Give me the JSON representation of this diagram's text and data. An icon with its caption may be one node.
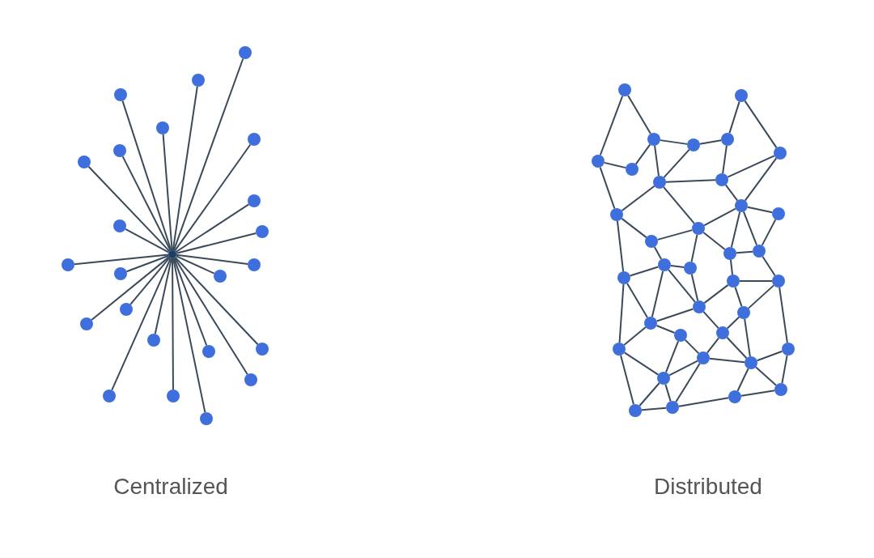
{
  "diagram": {
    "nodes": [
      {
        "text": [],
        "shape": "circle"
      },
      {
        "text": [],
        "shape": "circle"
      },
      {
        "text": [],
        "shape": "circle"
      },
      {
        "text": [],
        "shape": "circle"
      },
      {
        "text": [],
        "shape": "circle"
      },
      {
        "text": [],
        "shape": "circle"
      },
      {
        "text": [],
        "shape": "circle"
      },
      {
        "text": [],
        "shape": "circle"
      },
      {
        "text": [],
        "shape": "circle"
      },
      {
        "text": [],
        "shape": "circle"
      },
      {
        "text": [],
        "shape": "circle"
      },
      {
        "text": [],
        "shape": "circle"
      },
      {
        "text": [],
        "shape": "circle"
      },
      {
        "text": [],
        "shape": "circle"
      },
      {
        "text": [],
        "shape": "circle"
      },
      {
        "text": [],
        "shape": "circle"
      },
      {
        "text": [],
        "shape": "circle"
      },
      {
        "text": [],
        "shape": "circle"
      },
      {
        "text": [],
        "shape": "circle"
      },
      {
        "text": [],
        "shape": "circle"
      },
      {
        "text": [],
        "shape": "circle"
      },
      {
        "text": [],
        "shape": "circle"
      },
      {
        "text": [],
        "shape": "circle"
      },
      {
        "text": [],
        "shape": "circle"
      },
      {
        "text": [],
        "shape": "circle"
      },
      {
        "text": [],
        "shape": "circle"
      },
      {
        "text": [],
        "shape": "circle"
      },
      {
        "text": [],
        "shape": "circle"
      },
      {
        "text": [],
        "shape": "circle"
      },
      {
        "text": [],
        "shape": "circle"
      },
      {
        "text": [],
        "shape": "circle"
      },
      {
        "text": [],
        "shape": "circle"
      },
      {
        "text": [],
        "shape": "circle"
      },
      {
        "text": [],
        "shape": "circle"
      },
      {
        "text": [],
        "shape": "circle"
      },
      {
        "text": [],
        "shape": "circle"
      },
      {
        "text": [],
        "shape": "circle"
      },
      {
        "text": [],
        "shape": "circle"
      },
      {
        "text": [],
        "shape": "circle"
      },
      {
        "text": [],
        "shape": "circle"
      },
      {
        "text": [],
        "shape": "circle"
      },
      {
        "text": [],
        "shape": "circle"
      },
      {
        "text": [],
        "shape": "circle"
      },
      {
        "text": [],
        "shape": "circle"
      },
      {
        "text": [],
        "shape": "circle"
      },
      {
        "text": [],
        "shape": "circle"
      },
      {
        "text": [],
        "shape": "circle"
      },
      {
        "text": [],
        "shape": "circle"
      },
      {
        "text": [],
        "shape": "circle"
      },
      {
        "text": [],
        "shape": "circle"
      },
      {
        "text": [],
        "shape": "circle"
      },
      {
        "text": [],
        "shape": "circle"
      },
      {
        "text": [],
        "shape": "circle"
      },
      {
        "text": [],
        "shape": "circle"
      },
      {
        "text": [],
        "shape": "circle"
      },
      {
        "text": [],
        "shape": "circle"
      },
      {
        "text": [],
        "shape": "circle"
      },
      {
        "text": [],
        "shape": "circle"
      },
      {
        "text": [],
        "shape": "circle"
      },
      {
        "text": [],
        "shape": "circle"
      }
    ],
    "edges": [
      {
        "from": 0,
        "to": 1,
        "arrow": "none"
      },
      {
        "from": 0,
        "to": 2,
        "arrow": "none"
      },
      {
        "from": 0,
        "to": 3,
        "arrow": "none"
      },
      {
        "from": 0,
        "to": 4,
        "arrow": "none"
      },
      {
        "from": 0,
        "to": 5,
        "arrow": "none"
      },
      {
        "from": 0,
        "to": 6,
        "arrow": "none"
      },
      {
        "from": 0,
        "to": 7,
        "arrow": "none"
      },
      {
        "from": 0,
        "to": 8,
        "arrow": "none"
      },
      {
        "from": 0,
        "to": 9,
        "arrow": "none"
      },
      {
        "from": 0,
        "to": 10,
        "arrow": "none"
      },
      {
        "from": 0,
        "to": 11,
        "arrow": "none"
      },
      {
        "from": 0,
        "to": 12,
        "arrow": "none"
      },
      {
        "from": 0,
        "to": 13,
        "arrow": "none"
      },
      {
        "from": 0,
        "to": 14,
        "arrow": "none"
      },
      {
        "from": 0,
        "to": 15,
        "arrow": "none"
      },
      {
        "from": 0,
        "to": 16,
        "arrow": "none"
      },
      {
        "from": 0,
        "to": 17,
        "arrow": "none"
      },
      {
        "from": 0,
        "to": 18,
        "arrow": "none"
      },
      {
        "from": 0,
        "to": 19,
        "arrow": "none"
      },
      {
        "from": 0,
        "to": 20,
        "arrow": "none"
      },
      {
        "from": 0,
        "to": 21,
        "arrow": "none"
      },
      {
        "from": 0,
        "to": 22,
        "arrow": "none"
      },
      {
        "from": 0,
        "to": 23,
        "arrow": "none"
      },
      {
        "from": 24,
        "to": 29,
        "arrow": "none"
      },
      {
        "from": 24,
        "to": 26,
        "arrow": "none"
      },
      {
        "from": 29,
        "to": 30,
        "arrow": "none"
      },
      {
        "from": 30,
        "to": 26,
        "arrow": "none"
      },
      {
        "from": 26,
        "to": 27,
        "arrow": "none"
      },
      {
        "from": 27,
        "to": 28,
        "arrow": "none"
      },
      {
        "from": 28,
        "to": 25,
        "arrow": "none"
      },
      {
        "from": 25,
        "to": 31,
        "arrow": "none"
      },
      {
        "from": 26,
        "to": 32,
        "arrow": "none"
      },
      {
        "from": 27,
        "to": 32,
        "arrow": "none"
      },
      {
        "from": 32,
        "to": 33,
        "arrow": "none"
      },
      {
        "from": 28,
        "to": 33,
        "arrow": "none"
      },
      {
        "from": 33,
        "to": 31,
        "arrow": "none"
      },
      {
        "from": 29,
        "to": 34,
        "arrow": "none"
      },
      {
        "from": 32,
        "to": 34,
        "arrow": "none"
      },
      {
        "from": 32,
        "to": 37,
        "arrow": "none"
      },
      {
        "from": 33,
        "to": 35,
        "arrow": "none"
      },
      {
        "from": 31,
        "to": 35,
        "arrow": "none"
      },
      {
        "from": 35,
        "to": 36,
        "arrow": "none"
      },
      {
        "from": 35,
        "to": 37,
        "arrow": "none"
      },
      {
        "from": 37,
        "to": 38,
        "arrow": "none"
      },
      {
        "from": 34,
        "to": 38,
        "arrow": "none"
      },
      {
        "from": 34,
        "to": 43,
        "arrow": "none"
      },
      {
        "from": 35,
        "to": 39,
        "arrow": "none"
      },
      {
        "from": 35,
        "to": 40,
        "arrow": "none"
      },
      {
        "from": 36,
        "to": 40,
        "arrow": "none"
      },
      {
        "from": 37,
        "to": 42,
        "arrow": "none"
      },
      {
        "from": 37,
        "to": 39,
        "arrow": "none"
      },
      {
        "from": 38,
        "to": 41,
        "arrow": "none"
      },
      {
        "from": 43,
        "to": 41,
        "arrow": "none"
      },
      {
        "from": 41,
        "to": 42,
        "arrow": "none"
      },
      {
        "from": 41,
        "to": 46,
        "arrow": "none"
      },
      {
        "from": 42,
        "to": 46,
        "arrow": "none"
      },
      {
        "from": 39,
        "to": 40,
        "arrow": "none"
      },
      {
        "from": 39,
        "to": 44,
        "arrow": "none"
      },
      {
        "from": 40,
        "to": 45,
        "arrow": "none"
      },
      {
        "from": 44,
        "to": 45,
        "arrow": "none"
      },
      {
        "from": 44,
        "to": 46,
        "arrow": "none"
      },
      {
        "from": 44,
        "to": 47,
        "arrow": "none"
      },
      {
        "from": 45,
        "to": 47,
        "arrow": "none"
      },
      {
        "from": 45,
        "to": 52,
        "arrow": "none"
      },
      {
        "from": 43,
        "to": 48,
        "arrow": "none"
      },
      {
        "from": 43,
        "to": 51,
        "arrow": "none"
      },
      {
        "from": 48,
        "to": 46,
        "arrow": "none"
      },
      {
        "from": 48,
        "to": 49,
        "arrow": "none"
      },
      {
        "from": 48,
        "to": 51,
        "arrow": "none"
      },
      {
        "from": 41,
        "to": 48,
        "arrow": "none"
      },
      {
        "from": 46,
        "to": 50,
        "arrow": "none"
      },
      {
        "from": 49,
        "to": 53,
        "arrow": "none"
      },
      {
        "from": 49,
        "to": 55,
        "arrow": "none"
      },
      {
        "from": 50,
        "to": 53,
        "arrow": "none"
      },
      {
        "from": 47,
        "to": 50,
        "arrow": "none"
      },
      {
        "from": 47,
        "to": 54,
        "arrow": "none"
      },
      {
        "from": 50,
        "to": 54,
        "arrow": "none"
      },
      {
        "from": 53,
        "to": 54,
        "arrow": "none"
      },
      {
        "from": 51,
        "to": 55,
        "arrow": "none"
      },
      {
        "from": 51,
        "to": 58,
        "arrow": "none"
      },
      {
        "from": 53,
        "to": 55,
        "arrow": "none"
      },
      {
        "from": 53,
        "to": 59,
        "arrow": "none"
      },
      {
        "from": 55,
        "to": 58,
        "arrow": "none"
      },
      {
        "from": 55,
        "to": 59,
        "arrow": "none"
      },
      {
        "from": 58,
        "to": 59,
        "arrow": "none"
      },
      {
        "from": 59,
        "to": 57,
        "arrow": "none"
      },
      {
        "from": 54,
        "to": 57,
        "arrow": "none"
      },
      {
        "from": 54,
        "to": 52,
        "arrow": "none"
      },
      {
        "from": 54,
        "to": 56,
        "arrow": "none"
      },
      {
        "from": 52,
        "to": 56,
        "arrow": "none"
      },
      {
        "from": 57,
        "to": 56,
        "arrow": "none"
      }
    ],
    "labels": [
      "Centralized",
      "Distributed"
    ]
  }
}
